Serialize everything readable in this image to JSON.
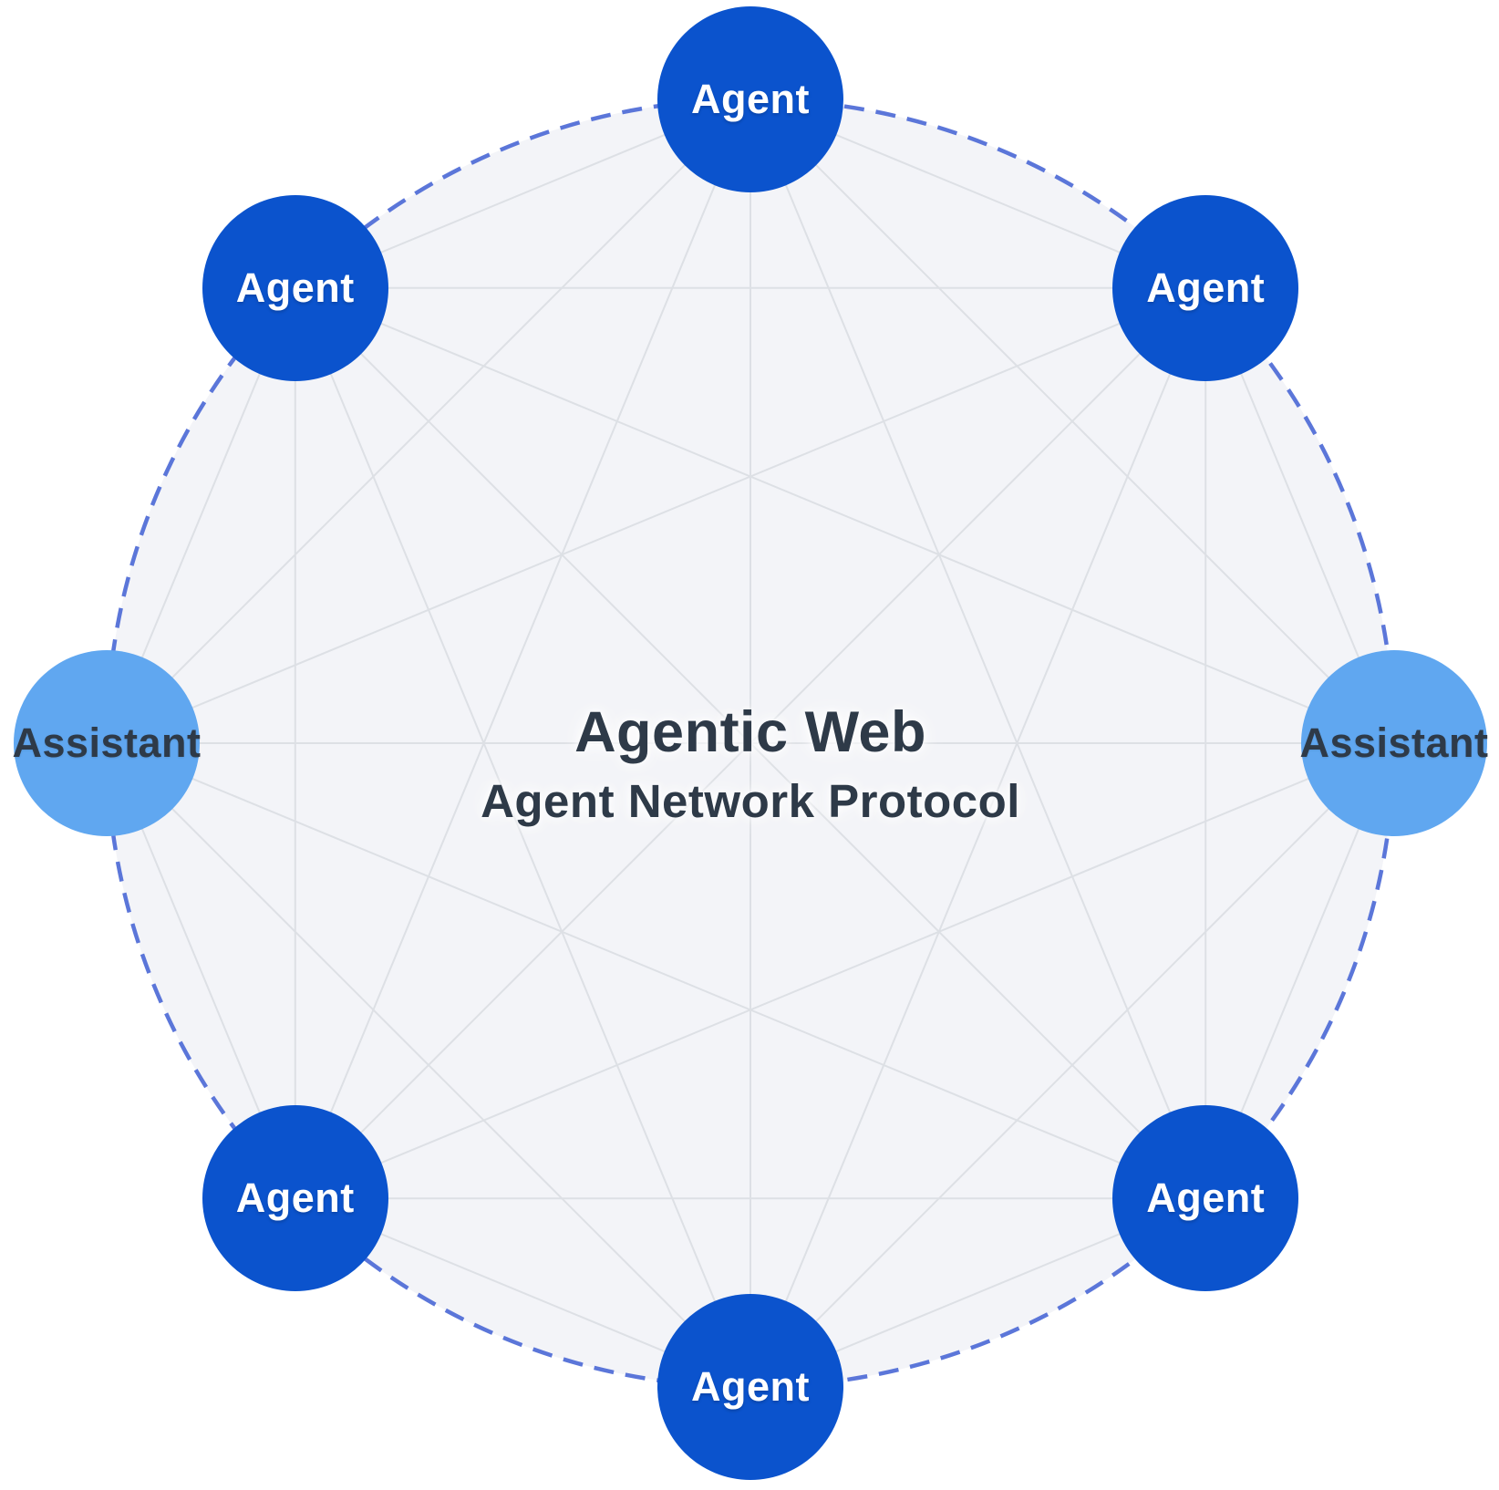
{
  "diagram": {
    "title": "Agentic Web",
    "subtitle": "Agent Network Protocol",
    "topology": "complete-graph",
    "ring_style": "dashed",
    "nodes": [
      {
        "label": "Agent",
        "type": "agent",
        "position": "top",
        "angle_deg": 90
      },
      {
        "label": "Agent",
        "type": "agent",
        "position": "top-right",
        "angle_deg": 45
      },
      {
        "label": "Assistant",
        "type": "assistant",
        "position": "right",
        "angle_deg": 0
      },
      {
        "label": "Agent",
        "type": "agent",
        "position": "bottom-right",
        "angle_deg": 315
      },
      {
        "label": "Agent",
        "type": "agent",
        "position": "bottom",
        "angle_deg": 270
      },
      {
        "label": "Agent",
        "type": "agent",
        "position": "bottom-left",
        "angle_deg": 225
      },
      {
        "label": "Assistant",
        "type": "assistant",
        "position": "left",
        "angle_deg": 180
      },
      {
        "label": "Agent",
        "type": "agent",
        "position": "top-left",
        "angle_deg": 135
      }
    ],
    "colors": {
      "background": "#ffffff",
      "ring_fill": "#f3f4f8",
      "ring_stroke": "#5b76d9",
      "edge_line": "#dde0e5",
      "agent_node": "#0b53cd",
      "agent_label": "#ffffff",
      "assistant_node": "#60a7f0",
      "assistant_label": "#2e3a48",
      "title_text": "#2e3a48"
    }
  }
}
